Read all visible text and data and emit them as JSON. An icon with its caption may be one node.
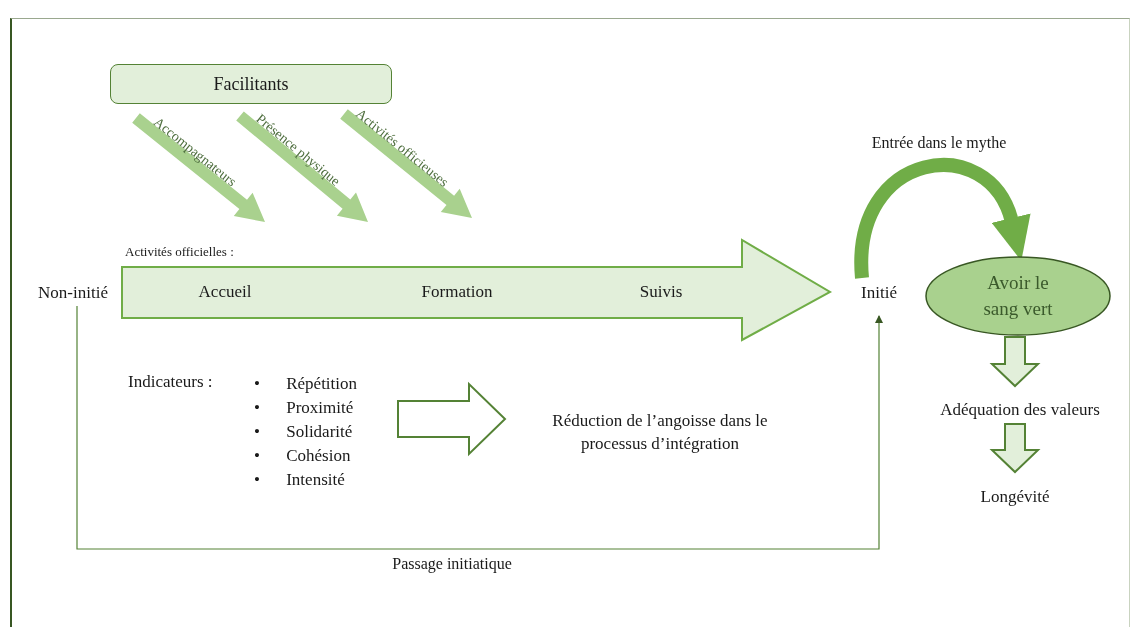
{
  "diagram": {
    "nodes": [
      {
        "text": [
          "Facilitants"
        ]
      },
      {
        "text": [
          "Non-initié"
        ]
      },
      {
        "text": [
          "Activités officielles :",
          "Accueil",
          "Formation",
          "Suivis"
        ]
      },
      {
        "text": [
          "Initié"
        ]
      },
      {
        "text": [
          "Avoir le sang vert"
        ]
      },
      {
        "text": [
          "Adéquation des valeurs"
        ]
      },
      {
        "text": [
          "Longévité"
        ]
      },
      {
        "text": [
          "Indicateurs :",
          "• Répétition",
          "• Proximité",
          "• Solidarité",
          "• Cohésion",
          "• Intensité"
        ]
      },
      {
        "text": [
          "Réduction de l’angoisse dans le processus d’intégration"
        ]
      }
    ],
    "edges": [
      {
        "from": 0,
        "to": 2,
        "arrow": "to",
        "label": "Accompagnateurs",
        "style": "thick",
        "color": "#a9d18e"
      },
      {
        "from": 0,
        "to": 2,
        "arrow": "to",
        "label": "Présence physique",
        "style": "thick",
        "color": "#a9d18e"
      },
      {
        "from": 0,
        "to": 2,
        "arrow": "to",
        "label": "Activités officieuses",
        "style": "thick",
        "color": "#a9d18e"
      },
      {
        "from": 1,
        "to": 3,
        "arrow": "to",
        "label": "Passage initiatique"
      },
      {
        "from": 3,
        "to": 4,
        "arrow": "to",
        "label": "Entrée dans le mythe",
        "style": "thick",
        "color": "#70ad47"
      },
      {
        "from": 4,
        "to": 5,
        "arrow": "to",
        "style": "thick"
      },
      {
        "from": 5,
        "to": 6,
        "arrow": "to",
        "style": "thick"
      },
      {
        "from": 7,
        "to": 8,
        "arrow": "to",
        "style": "thick"
      }
    ]
  }
}
